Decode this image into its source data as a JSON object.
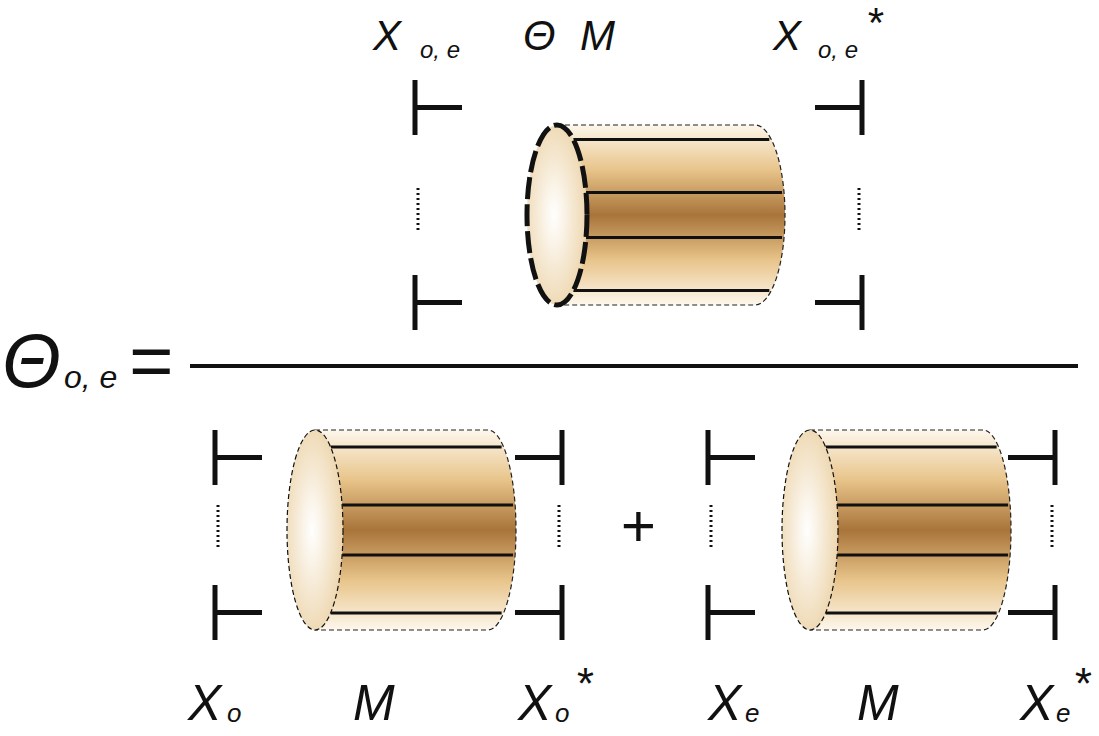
{
  "diagram": {
    "labels": [
      "X",
      "o, e",
      "Θ",
      "M",
      "X",
      "o, e",
      "*",
      "Θ",
      "o, e",
      "=",
      "+",
      "X",
      "o",
      "M",
      "X",
      "o",
      "*",
      "X",
      "e",
      "M",
      "X",
      "e",
      "*"
    ]
  }
}
